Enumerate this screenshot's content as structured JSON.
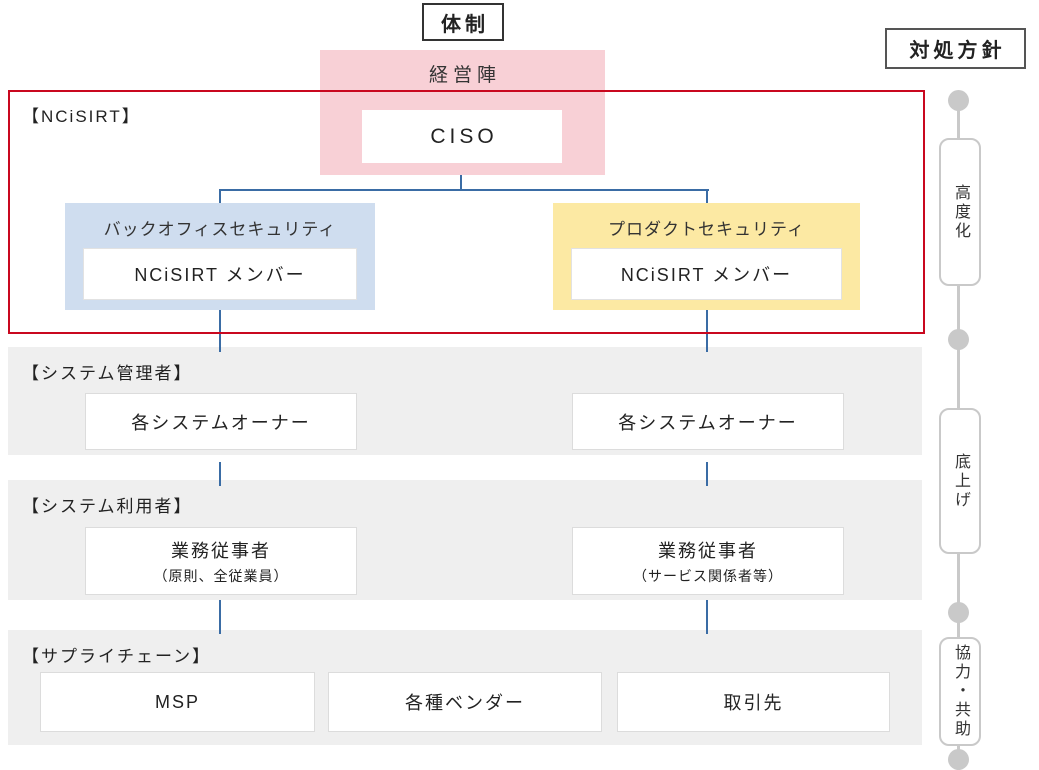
{
  "titles": {
    "structure": "体制",
    "policy": "対処方針"
  },
  "ncisirt": {
    "group_label": "【NCiSIRT】",
    "management_label": "経営陣",
    "ciso": "CISO",
    "back_office_label": "バックオフィスセキュリティ",
    "back_office_member": "NCiSIRT メンバー",
    "product_label": "プロダクトセキュリティ",
    "product_member": "NCiSIRT メンバー"
  },
  "system_admin": {
    "label": "【システム管理者】",
    "left_box": "各システムオーナー",
    "right_box": "各システムオーナー"
  },
  "system_user": {
    "label": "【システム利用者】",
    "left_title": "業務従事者",
    "left_sub": "（原則、全従業員）",
    "right_title": "業務従事者",
    "right_sub": "（サービス関係者等）"
  },
  "supply_chain": {
    "label": "【サプライチェーン】",
    "boxes": [
      "MSP",
      "各種ベンダー",
      "取引先"
    ]
  },
  "policy_track": {
    "items": [
      "高度化",
      "底上げ",
      "協力・共助"
    ]
  },
  "colors": {
    "management_pink": "#f8d0d6",
    "back_office_blue": "#cfddef",
    "product_yellow": "#fce9a3",
    "band_gray": "#efefef",
    "ncisirt_red": "#c9081f",
    "connector_blue": "#3a6ca5",
    "track_gray": "#c9c9c9"
  }
}
